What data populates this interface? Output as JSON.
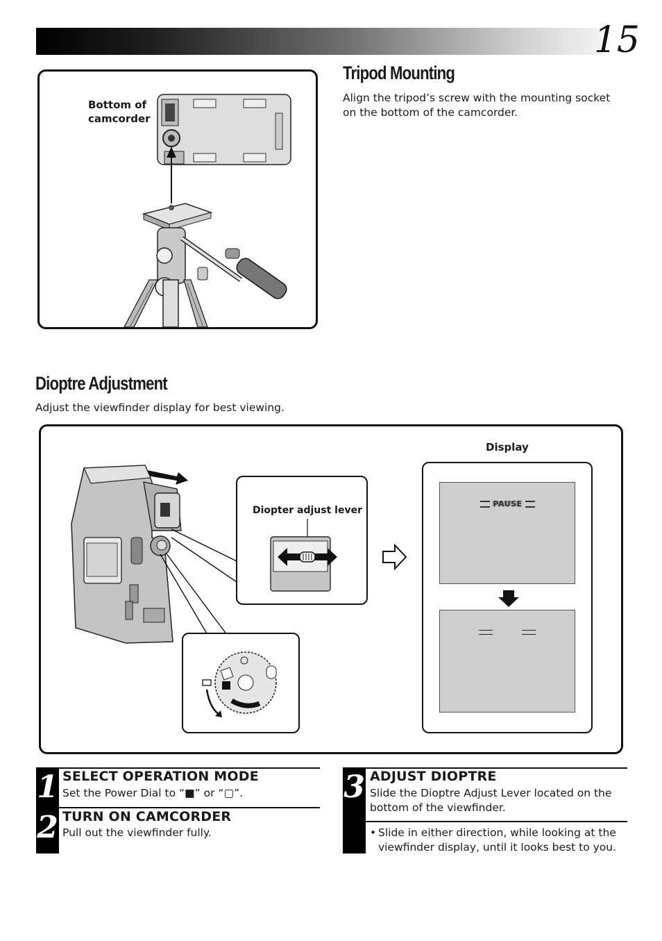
{
  "page_number": "15",
  "tripod": {
    "title": "Tripod Mounting",
    "body": "Align the tripod’s screw with the mounting socket on the bottom of the camcorder.",
    "label_bottom": "Bottom of camcorder"
  },
  "dioptre": {
    "title": "Dioptre Adjustment",
    "intro": "Adjust the viewfinder display for best viewing.",
    "lever_label": "Diopter adjust lever",
    "display_label": "Display",
    "display_text": "PAUSE"
  },
  "steps": [
    {
      "num": "1",
      "title": "SELECT OPERATION MODE",
      "text": "Set the Power Dial to “■” or “▢”."
    },
    {
      "num": "2",
      "title": "TURN ON CAMCORDER",
      "text": "Pull out the viewfinder fully."
    },
    {
      "num": "3",
      "title": "ADJUST DIOPTRE",
      "text": "Slide the Dioptre Adjust Lever located on the bottom of the viewfinder.",
      "bullet": "Slide in either direction, while looking at the viewfinder display, until it looks best to you."
    }
  ]
}
